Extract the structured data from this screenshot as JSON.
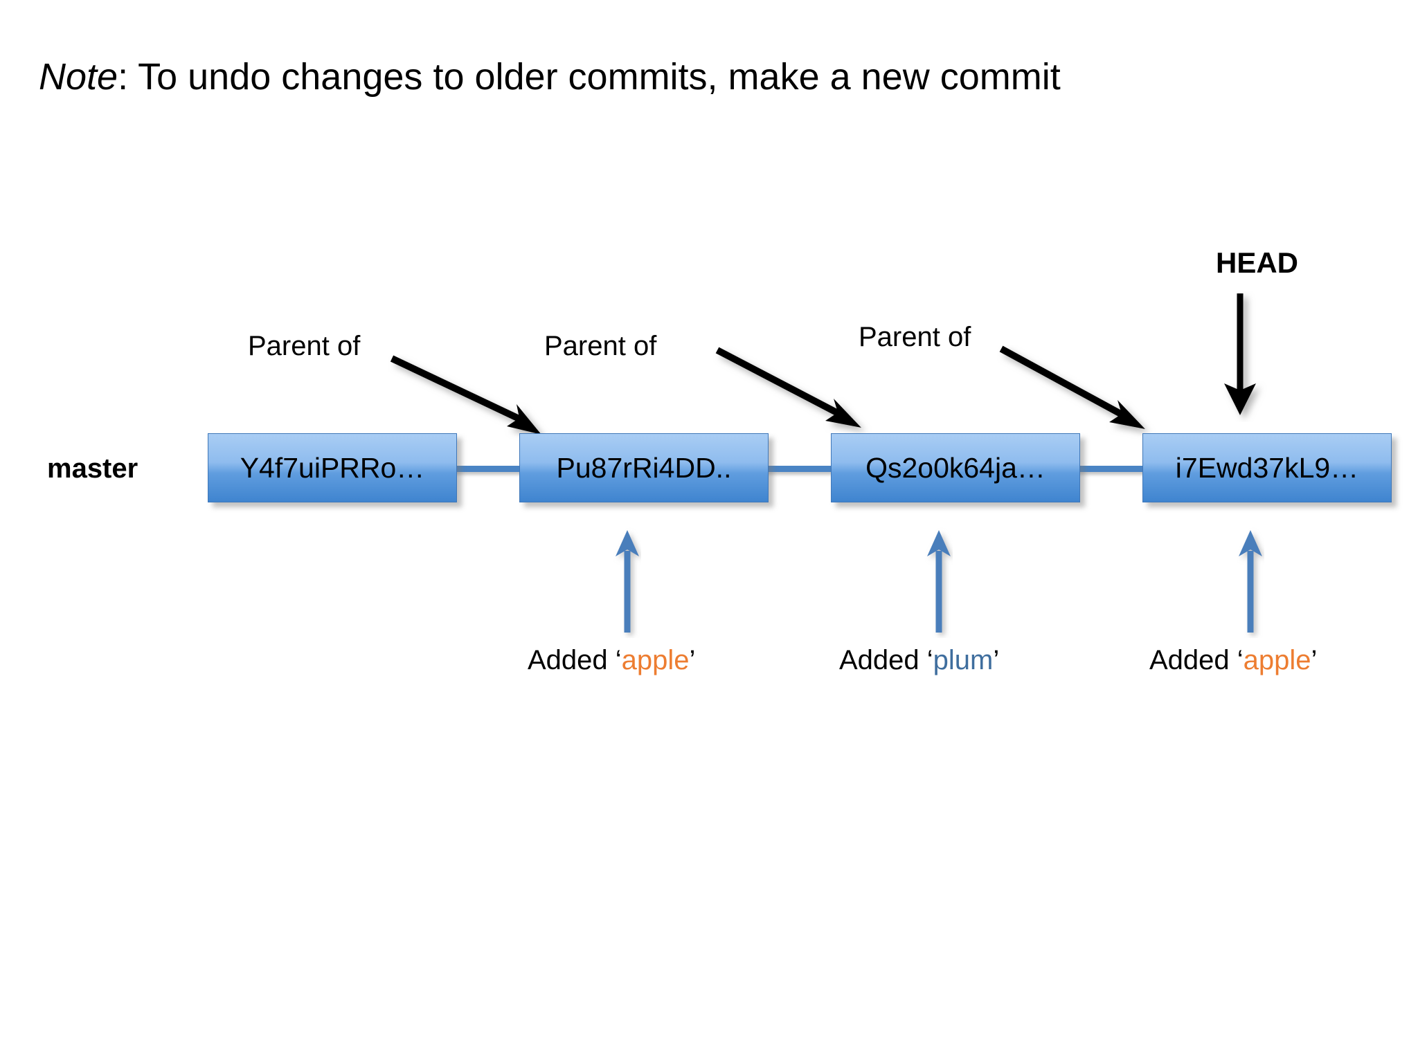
{
  "slide": {
    "title_note": "Note",
    "title_rest": ": To undo changes to older commits, make a new commit"
  },
  "branch": {
    "label": "master"
  },
  "head": {
    "label": "HEAD"
  },
  "commits": [
    {
      "hash": "Y4f7uiPRRo…"
    },
    {
      "hash": "Pu87rRi4DD.."
    },
    {
      "hash": "Qs2o0k64ja…"
    },
    {
      "hash": "i7Ewd37kL9…"
    }
  ],
  "parent_annotations": [
    {
      "label": "Parent of"
    },
    {
      "label": "Parent of"
    },
    {
      "label": "Parent of"
    }
  ],
  "captions": [
    {
      "prefix": "Added ‘",
      "fruit": "apple",
      "suffix": "’",
      "fruit_color": "#ED7D31"
    },
    {
      "prefix": "Added ‘",
      "fruit": "plum",
      "suffix": "’",
      "fruit_color": "#3F6E9E"
    },
    {
      "prefix": "Added ‘",
      "fruit": "apple",
      "suffix": "’",
      "fruit_color": "#ED7D31"
    }
  ],
  "colors": {
    "box_gradient_top": "#a9cdf4",
    "box_gradient_bottom": "#3f84cf",
    "box_border": "#3f77b8",
    "connector": "#4a84c4",
    "blue_arrow": "#4a7ebb",
    "black_arrow": "#000000",
    "background": "#ffffff",
    "apple_orange": "#ED7D31",
    "plum_blue": "#3F6E9E"
  }
}
